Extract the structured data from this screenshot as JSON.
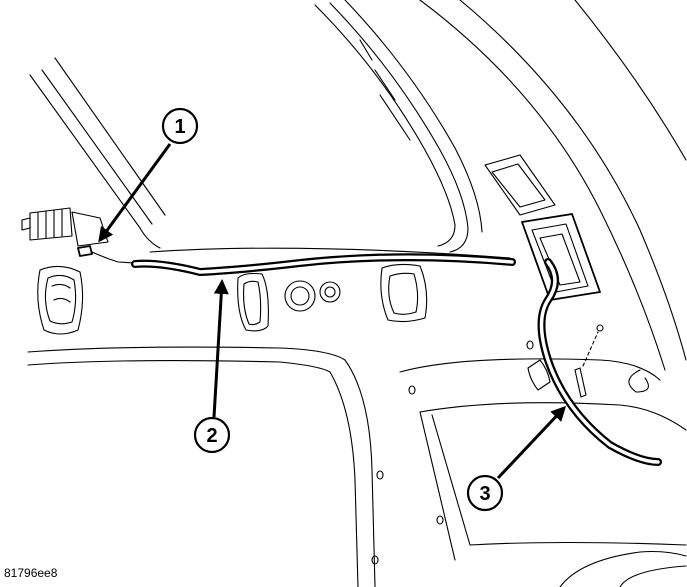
{
  "diagram": {
    "figure_id": "81796ee8",
    "callouts": [
      {
        "label": "1"
      },
      {
        "label": "2"
      },
      {
        "label": "3"
      }
    ]
  }
}
